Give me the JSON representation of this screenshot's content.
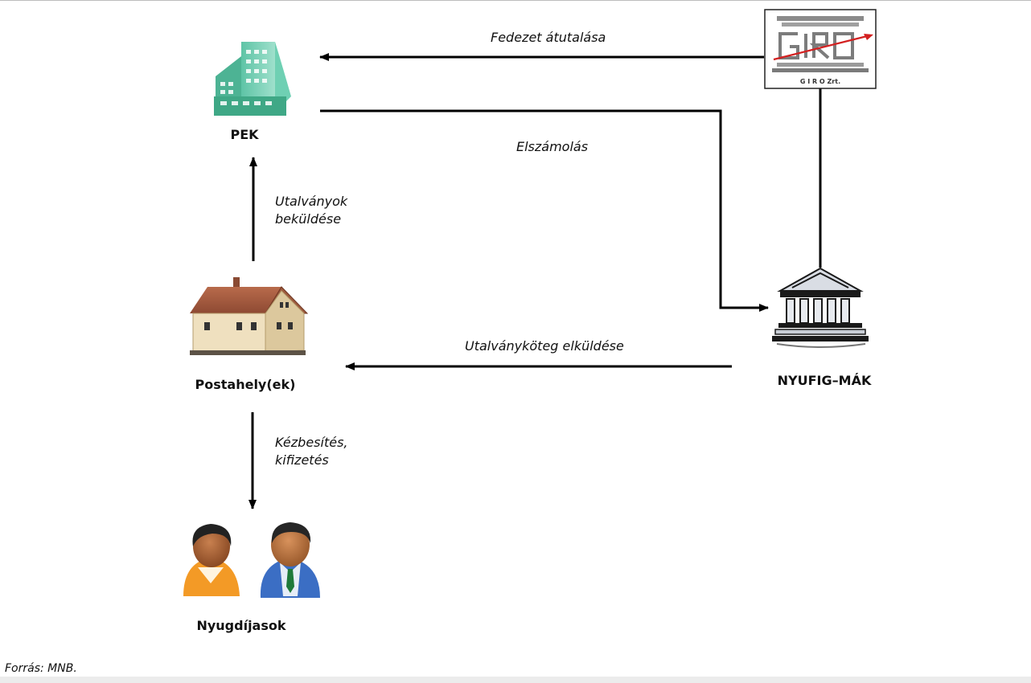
{
  "nodes": {
    "pek": "PEK",
    "postahely": "Postahely(ek)",
    "nyugdijasok": "Nyugdíjasok",
    "nyufig_mak": "NYUFIG–MÁK",
    "giro_logo_text": "GIRO",
    "giro_caption": "G  I  R  O  Zrt."
  },
  "edges": {
    "fedezet": "Fedezet átutalása",
    "elszamolas": "Elszámolás",
    "utalvanyok_1": "Utalványok",
    "utalvanyok_2": "beküldése",
    "koteg": "Utalványköteg elküldése",
    "kezbesites_1": "Kézbesítés,",
    "kezbesites_2": "kifizetés"
  },
  "source": "Forrás: MNB."
}
